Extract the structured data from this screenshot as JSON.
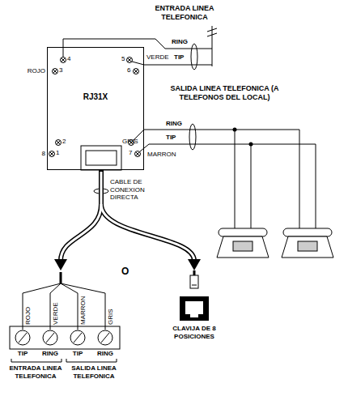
{
  "diagram": {
    "nodes": [
      {
        "text": [
          "RJ31X"
        ]
      }
    ],
    "labels": [
      "ENTRADA LINEA TELEFONICA",
      "RING",
      "TIP",
      "ROJO",
      "4",
      "3",
      "5",
      "VERDE",
      "6",
      "SALIDA LINEA TELEFONICA (A TELEFONOS DEL LOCAL)",
      "2",
      "1",
      "GRIS",
      "7",
      "8",
      "MARRON",
      "RING",
      "TIP",
      "CABLE DE CONEXION DIRECTA",
      "O",
      "ROJO",
      "VERDE",
      "MARRON",
      "GRIS",
      "TIP",
      "RING",
      "TIP",
      "RING",
      "ENTRADA LINEA TELEFONICA",
      "SALIDA LINEA TELEFONICA",
      "CLAVIJA DE 8 POSICIONES"
    ]
  }
}
